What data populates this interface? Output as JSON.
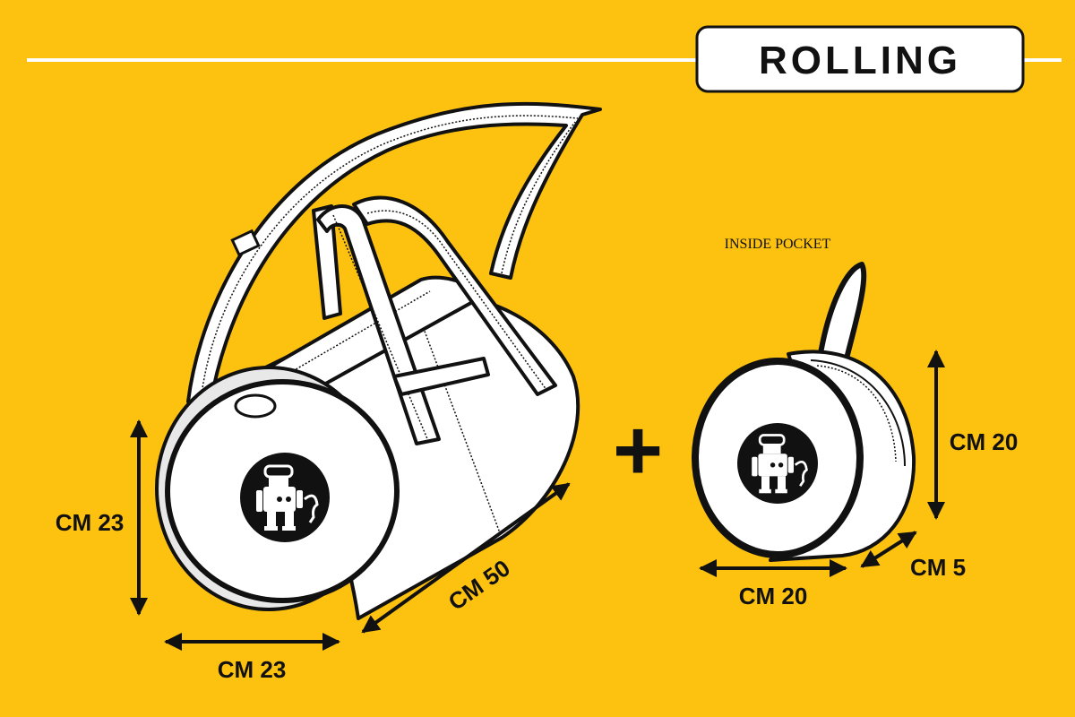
{
  "title": "ROLLING",
  "colors": {
    "background": "#FDC110",
    "ink": "#111111",
    "fill": "#FFFFFF"
  },
  "bag": {
    "height_label": "CM 23",
    "width_label": "CM 23",
    "length_label": "CM 50",
    "logo_icon": "robot-logo-icon"
  },
  "plus_symbol": "+",
  "pocket": {
    "caption": "INSIDE POCKET",
    "height_label": "CM 20",
    "width_label": "CM 20",
    "depth_label": "CM 5",
    "logo_icon": "robot-logo-icon"
  }
}
